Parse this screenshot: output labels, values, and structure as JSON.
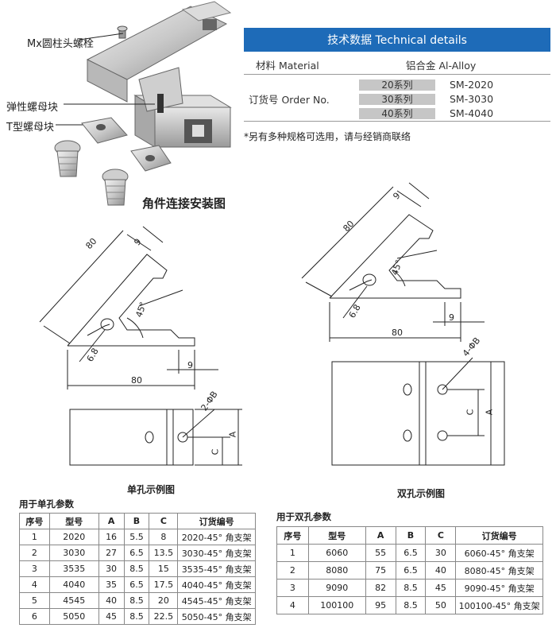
{
  "callouts": {
    "bolt": "Mx圆柱头螺栓",
    "spring_nut": "弹性螺母块",
    "t_nut": "T型螺母块"
  },
  "tech": {
    "header": "技术数据 Technical details",
    "material_label": "材料 Material",
    "material_value": "铝合金 Al-Alloy",
    "order_label": "订货号 Order No.",
    "orders": [
      {
        "series": "20系列",
        "code": "SM-2020"
      },
      {
        "series": "30系列",
        "code": "SM-3030"
      },
      {
        "series": "40系列",
        "code": "SM-4040"
      }
    ],
    "note": "*另有多种规格可选用，请与经销商联络"
  },
  "install_title": "角件连接安装图",
  "drawing_single": {
    "dim_80_diag": "80",
    "dim_9_diag": "9",
    "angle": "45°",
    "dim_6_8": "6.8",
    "dim_9": "9",
    "dim_80": "80",
    "hole_label": "2-ΦB",
    "dim_c": "C",
    "dim_a": "A",
    "caption": "单孔示例图"
  },
  "drawing_double": {
    "dim_80_diag": "80",
    "dim_9_diag": "9",
    "angle": "45°",
    "dim_6_8": "6.8",
    "dim_9": "9",
    "dim_80": "80",
    "hole_label": "4-ΦB",
    "dim_c": "C",
    "dim_a": "A",
    "caption": "双孔示例图"
  },
  "table_single": {
    "title": "用于单孔参数",
    "headers": [
      "序号",
      "型号",
      "A",
      "B",
      "C",
      "订货编号"
    ],
    "rows": [
      [
        "1",
        "2020",
        "16",
        "5.5",
        "8",
        "2020-45° 角支架"
      ],
      [
        "2",
        "3030",
        "27",
        "6.5",
        "13.5",
        "3030-45° 角支架"
      ],
      [
        "3",
        "3535",
        "30",
        "8.5",
        "15",
        "3535-45° 角支架"
      ],
      [
        "4",
        "4040",
        "35",
        "6.5",
        "17.5",
        "4040-45° 角支架"
      ],
      [
        "5",
        "4545",
        "40",
        "8.5",
        "20",
        "4545-45° 角支架"
      ],
      [
        "6",
        "5050",
        "45",
        "8.5",
        "22.5",
        "5050-45° 角支架"
      ]
    ]
  },
  "table_double": {
    "title": "用于双孔参数",
    "headers": [
      "序号",
      "型号",
      "A",
      "B",
      "C",
      "订货编号"
    ],
    "rows": [
      [
        "1",
        "6060",
        "55",
        "6.5",
        "30",
        "6060-45° 角支架"
      ],
      [
        "2",
        "8080",
        "75",
        "6.5",
        "40",
        "8080-45° 角支架"
      ],
      [
        "3",
        "9090",
        "82",
        "8.5",
        "45",
        "9090-45° 角支架"
      ],
      [
        "4",
        "100100",
        "95",
        "8.5",
        "50",
        "100100-45° 角支架"
      ]
    ]
  }
}
